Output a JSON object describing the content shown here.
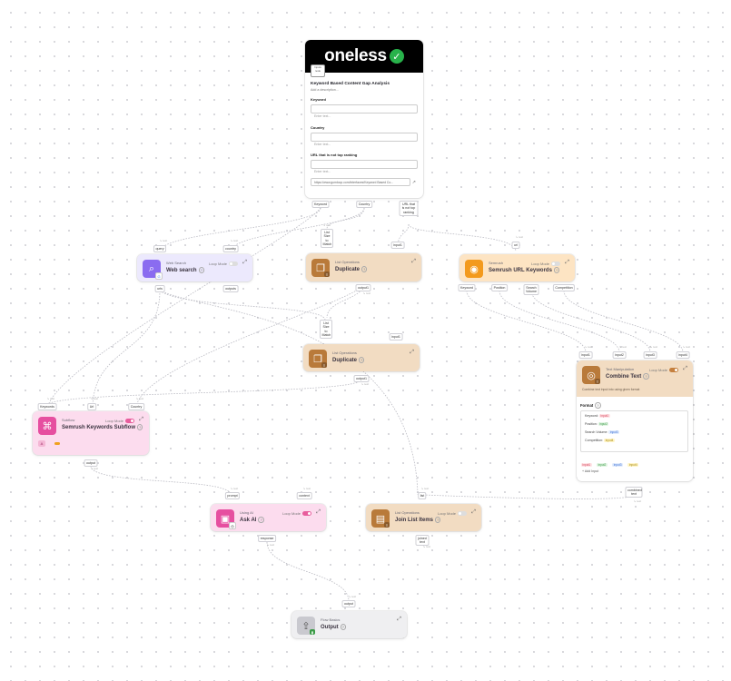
{
  "app": {
    "brand_text": "oneless"
  },
  "input_node": {
    "mini_tag": "Inputs node",
    "title": "Keyword Based Content Gap Analysis",
    "description": "Add a description...",
    "fields": [
      {
        "label": "Keyword",
        "placeholder": "Enter text..."
      },
      {
        "label": "Country",
        "placeholder": "Enter text..."
      },
      {
        "label": "URL that is not top ranking",
        "placeholder": "Enter text..."
      }
    ],
    "url": "https://www.gumloop.com/interfaces/Keyword Based Co...",
    "outputs": [
      "Keyword",
      "Country",
      "URL that is not top ranking"
    ]
  },
  "nodes": {
    "web_search": {
      "category": "Web Search",
      "title": "Web search",
      "loop_label": "Loop Mode",
      "inputs": [
        "query",
        "country"
      ],
      "outputs": [
        "urls",
        "outputs"
      ]
    },
    "duplicate1": {
      "category": "List Operations",
      "title": "Duplicate",
      "inputs": [
        "List Size to Match",
        "input1"
      ],
      "outputs": [
        "output1"
      ]
    },
    "semrush": {
      "category": "Semrush",
      "title": "Semrush URL Keywords",
      "loop_label": "Loop Mode",
      "inputs": [
        "url"
      ],
      "outputs": [
        "Keyword",
        "Position",
        "Search Volume",
        "Competition"
      ]
    },
    "duplicate2": {
      "category": "List Operations",
      "title": "Duplicate",
      "inputs": [
        "List Size to Match",
        "input1"
      ],
      "outputs": [
        "output1"
      ]
    },
    "subflow": {
      "category": "Subflow",
      "title": "Semrush Keywords Subflow",
      "loop_label": "Loop Mode",
      "inputs": [
        "Keywords",
        "Url",
        "Country"
      ],
      "outputs": [
        "output"
      ]
    },
    "combine": {
      "category": "Text Manipulation",
      "title": "Combine Text",
      "loop_label": "Loop Mode",
      "description": "Combine text input into using given format",
      "inputs": [
        "input1",
        "input2",
        "input3",
        "input4"
      ],
      "format_title": "Format",
      "format_lines": [
        {
          "label": "Keyword:",
          "chip": "input1",
          "cls": "chip1"
        },
        {
          "label": "Position:",
          "chip": "input2",
          "cls": "chip2"
        },
        {
          "label": "Search Volume:",
          "chip": "input3",
          "cls": "chip3"
        },
        {
          "label": "Competition:",
          "chip": "input4",
          "cls": "chip4"
        }
      ],
      "chips": [
        "input1",
        "input2",
        "input3",
        "input4"
      ],
      "add_input": "Add Input",
      "outputs": [
        "combined text"
      ]
    },
    "ask_ai": {
      "category": "Using AI",
      "title": "Ask AI",
      "loop_label": "Loop Mode",
      "inputs": [
        "prompt",
        "context"
      ],
      "outputs": [
        "response"
      ]
    },
    "join": {
      "category": "List Operations",
      "title": "Join List Items",
      "loop_label": "Loop Mode",
      "inputs": [
        "list"
      ],
      "outputs": [
        "joined text"
      ]
    },
    "output": {
      "category": "Flow Basics",
      "title": "Output",
      "inputs": [
        "output"
      ]
    }
  },
  "edge_label": "↳ text",
  "colors": {
    "web_search_bg": "#ece9fd",
    "web_search_icon": "#8a6cf0",
    "list_ops_bg": "#f2dcc2",
    "list_ops_icon": "#b97a3a",
    "semrush_bg": "#fde4c3",
    "semrush_icon": "#f39a1d",
    "subflow_bg": "#fcdcee",
    "subflow_icon": "#e64fa0",
    "text_manip_bg": "#f2dcc2",
    "output_bg": "#efeff1"
  }
}
